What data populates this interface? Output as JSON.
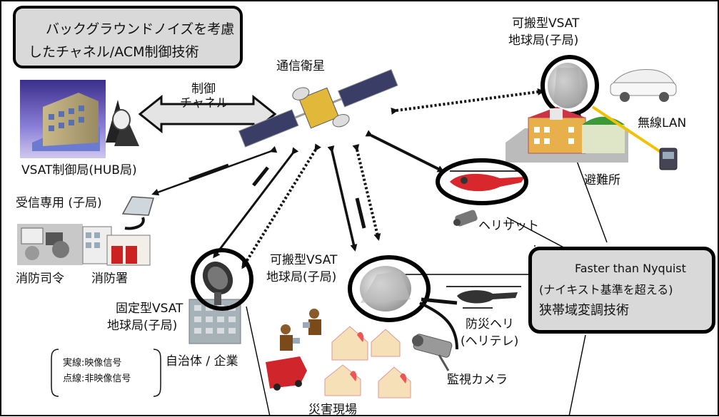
{
  "title_box": {
    "line1": "バックグラウンドノイズを考慮",
    "line2": "したチャネル/ACM制御技術"
  },
  "ftn_box": {
    "line1": "Faster than Nyquist",
    "line2": "(ナイキスト基準を超える)",
    "line3": "狭帯域変調技術"
  },
  "labels": {
    "satellite": "通信衛星",
    "control_channel_1": "制御",
    "control_channel_2": "チャネル",
    "hub": "VSAT制御局(HUB局)",
    "portable_top_1": "可搬型VSAT",
    "portable_top_2": "地球局(子局)",
    "wireless_lan": "無線LAN",
    "shelter": "避難所",
    "heli_sat": "ヘリサット",
    "rx_only": "受信専用 (子局)",
    "fire_command": "消防司令",
    "fire_station": "消防署",
    "fixed_vsat_1": "固定型VSAT",
    "fixed_vsat_2": "地球局(子局)",
    "municipality": "自治体 / 企業",
    "portable_mid_1": "可搬型VSAT",
    "portable_mid_2": "地球局(子局)",
    "disaster_heli_1": "防災ヘリ",
    "disaster_heli_2": "(ヘリテレ)",
    "surveillance": "監視カメラ",
    "disaster_site": "災害現場"
  },
  "legend": {
    "solid": "実線:映像信号",
    "dotted": "点線:非映像信号"
  },
  "colors": {
    "box_fill": "#d9d9d9",
    "building": "#6f7fd0",
    "heli_red": "#d8282d",
    "lan_line": "#f2c200"
  }
}
